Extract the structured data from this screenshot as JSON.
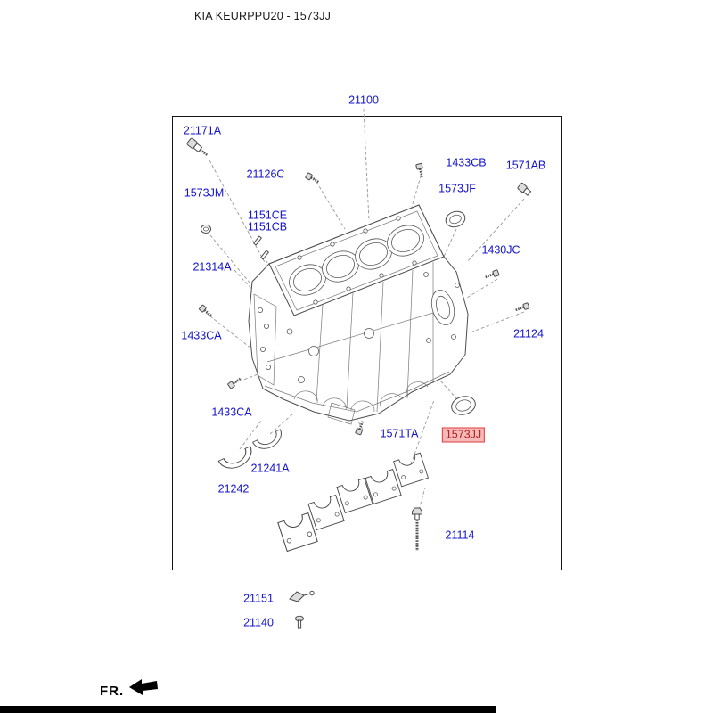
{
  "header": {
    "title": "KIA KEURPPU20 - 1573JJ"
  },
  "parts": {
    "labels": [
      {
        "text": "21100",
        "highlighted": false
      },
      {
        "text": "21171A",
        "highlighted": false
      },
      {
        "text": "21126C",
        "highlighted": false
      },
      {
        "text": "1433CB",
        "highlighted": false
      },
      {
        "text": "1571AB",
        "highlighted": false
      },
      {
        "text": "1573JM",
        "highlighted": false
      },
      {
        "text": "1573JF",
        "highlighted": false
      },
      {
        "text": "1151CE",
        "highlighted": false
      },
      {
        "text": "1151CB",
        "highlighted": false
      },
      {
        "text": "21314A",
        "highlighted": false
      },
      {
        "text": "1430JC",
        "highlighted": false
      },
      {
        "text": "1433CA",
        "highlighted": false
      },
      {
        "text": "21124",
        "highlighted": false
      },
      {
        "text": "1433CA",
        "highlighted": false
      },
      {
        "text": "1571TA",
        "highlighted": false
      },
      {
        "text": "1573JJ",
        "highlighted": true
      },
      {
        "text": "21241A",
        "highlighted": false
      },
      {
        "text": "21242",
        "highlighted": false
      },
      {
        "text": "21114",
        "highlighted": false
      },
      {
        "text": "21151",
        "highlighted": false
      },
      {
        "text": "21140",
        "highlighted": false
      }
    ]
  },
  "footer": {
    "front_label": "FR."
  },
  "colors": {
    "part_label_blue": "#1414cc",
    "highlight_bg": "#f6b9b9",
    "highlight_border": "#e03a3a",
    "highlight_text": "#b02020",
    "drawing_line": "#4d4d4d",
    "frame_border": "#141414"
  },
  "icons": {
    "direction_arrow": "left-arrow",
    "part_icons": [
      "sensor-fitting",
      "bolt",
      "plug",
      "cap-plug",
      "dowel-pin",
      "seal-ring",
      "bearing-shell",
      "bearing-cap",
      "long-bolt",
      "clip",
      "screw"
    ]
  }
}
